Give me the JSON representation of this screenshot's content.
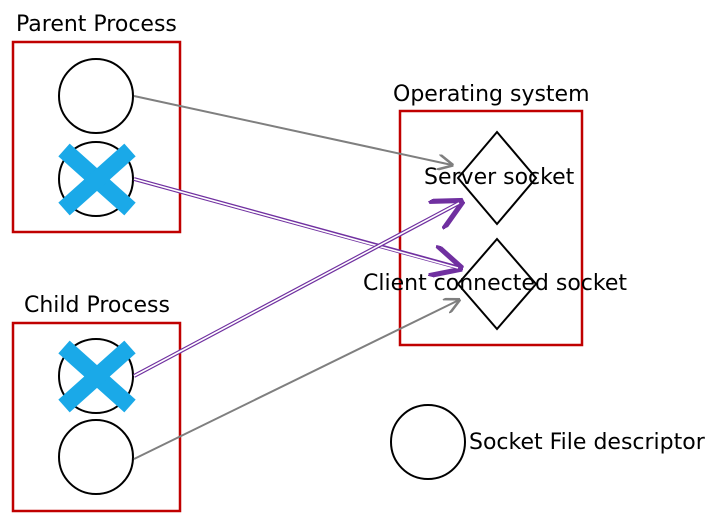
{
  "labels": {
    "parent_process": "Parent Process",
    "child_process": "Child Process",
    "operating_system": "Operating system",
    "server_socket": "Server socket",
    "client_socket": "Client connected socket",
    "legend": "Socket File descriptor"
  },
  "colors": {
    "process_box": "#c00000",
    "closed_cross": "#1aa9e8",
    "open_arrow": "#7f7f7f",
    "closed_arrow": "#7030a0"
  },
  "icons": {
    "closed_mark": "x-cross-icon",
    "descriptor": "circle-icon",
    "socket": "diamond-icon"
  }
}
